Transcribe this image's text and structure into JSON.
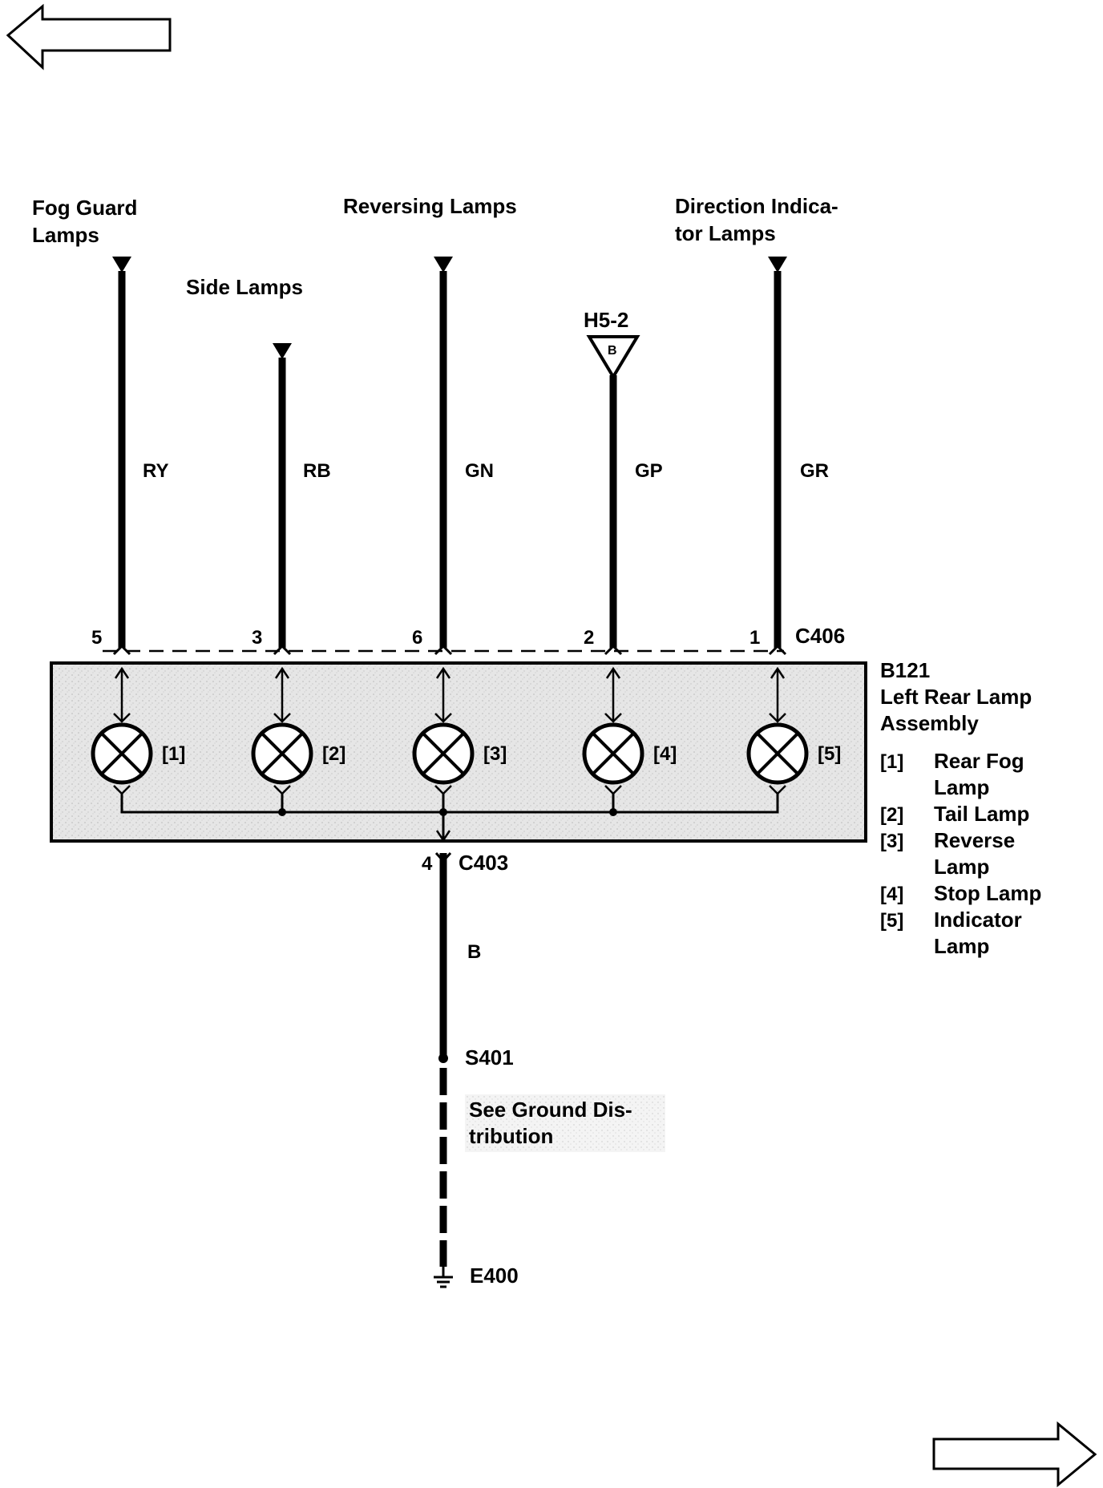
{
  "nav": {
    "prev_label": "previous page",
    "next_label": "next page"
  },
  "circuits": [
    {
      "destination": "Fog Guard|Lamps",
      "wire_color": "RY",
      "pin": "5"
    },
    {
      "destination": "Side Lamps",
      "wire_color": "RB",
      "pin": "3"
    },
    {
      "destination": "Reversing Lamps",
      "wire_color": "GN",
      "pin": "6"
    },
    {
      "destination": "H5-2",
      "destination_symbol": "B",
      "wire_color": "GP",
      "pin": "2"
    },
    {
      "destination": "Direction Indica-|tor Lamps",
      "wire_color": "GR",
      "pin": "1"
    }
  ],
  "connector_top": "C406",
  "component": {
    "id": "B121",
    "name_line1": "Left Rear Lamp",
    "name_line2": "Assembly"
  },
  "lamps": [
    {
      "ref": "[1]",
      "name_line1": "Rear Fog",
      "name_line2": "Lamp"
    },
    {
      "ref": "[2]",
      "name_line1": "Tail Lamp",
      "name_line2": ""
    },
    {
      "ref": "[3]",
      "name_line1": "Reverse",
      "name_line2": "Lamp"
    },
    {
      "ref": "[4]",
      "name_line1": "Stop Lamp",
      "name_line2": ""
    },
    {
      "ref": "[5]",
      "name_line1": "Indicator",
      "name_line2": "Lamp"
    }
  ],
  "ground": {
    "pin": "4",
    "connector": "C403",
    "wire_color": "B",
    "splice": "S401",
    "note_line1": "See Ground Dis-",
    "note_line2": "tribution",
    "ground_point": "E400"
  },
  "colors": {
    "ink": "#000000",
    "component_fill": "#e4e4e4"
  }
}
